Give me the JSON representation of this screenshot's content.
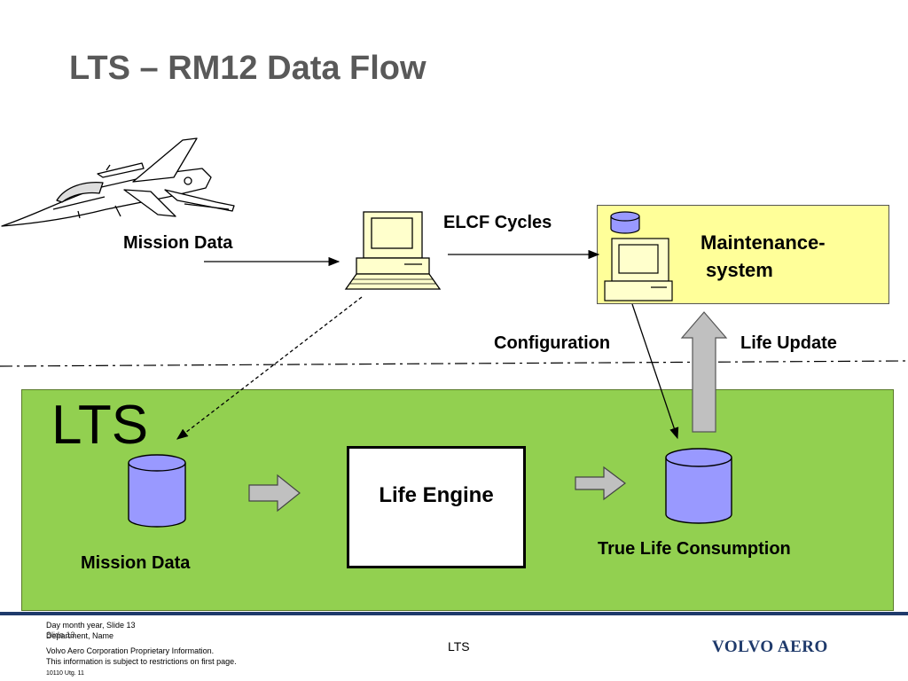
{
  "title": "LTS – RM12 Data Flow",
  "labels": {
    "mission_data_top": "Mission Data",
    "elcf_cycles": "ELCF Cycles",
    "maintenance_line1": "Maintenance-",
    "maintenance_line2": "system",
    "configuration": "Configuration",
    "life_update": "Life Update",
    "lts": "LTS",
    "life_engine": "Life Engine",
    "mission_data_bottom": "Mission Data",
    "true_life_consumption": "True Life Consumption"
  },
  "footer": {
    "date_slide": "Day month year, Slide 13",
    "dept_name": "Department, Name",
    "slide_ghost": "Slide 13",
    "proprietary": "Volvo Aero Corporation Proprietary Information.",
    "restriction": "This information is subject to restrictions on first page.",
    "doc_code": "10110 Utg. 11",
    "center_label": "LTS",
    "logo": "VOLVO AERO"
  },
  "colors": {
    "lts_area": "#92d050",
    "maintenance_box": "#ffff99",
    "database": "#9999ff",
    "footer_bar": "#1f3a6b",
    "title": "#595959"
  },
  "icons": [
    "jet-aircraft-icon",
    "computer-terminal-icon",
    "database-icon"
  ]
}
